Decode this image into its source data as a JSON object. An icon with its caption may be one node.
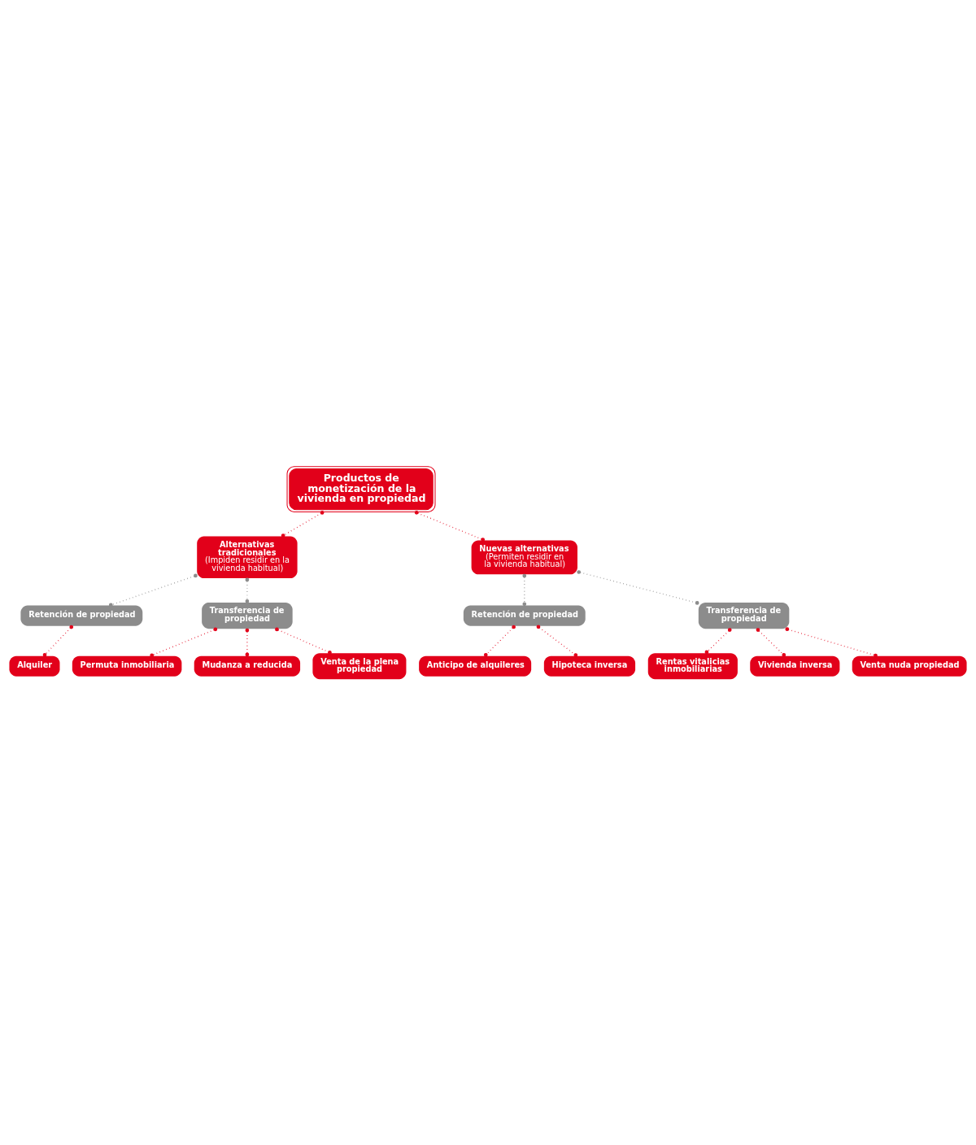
{
  "diagram": {
    "nodes": [
      {
        "text": [
          "Productos de monetización de la vivienda en propiedad"
        ]
      },
      {
        "text": [
          "Alternativas tradicionales",
          "(Impiden residir en la vivienda habitual)"
        ]
      },
      {
        "text": [
          "Nuevas alternativas",
          "(Permiten residir en la vivienda habitual)"
        ]
      },
      {
        "text": [
          "Retención de propiedad"
        ]
      },
      {
        "text": [
          "Transferencia de propiedad"
        ]
      },
      {
        "text": [
          "Retención de propiedad"
        ]
      },
      {
        "text": [
          "Transferencia de propiedad"
        ]
      },
      {
        "text": [
          "Alquiler"
        ]
      },
      {
        "text": [
          "Permuta inmobiliaria"
        ]
      },
      {
        "text": [
          "Mudanza a reducida"
        ]
      },
      {
        "text": [
          "Venta de la plena propiedad"
        ]
      },
      {
        "text": [
          "Anticipo de alquileres"
        ]
      },
      {
        "text": [
          "Hipoteca inversa"
        ]
      },
      {
        "text": [
          "Rentas vitalicias inmobiliarias"
        ]
      },
      {
        "text": [
          "Vivienda inversa"
        ]
      },
      {
        "text": [
          "Venta nuda propiedad"
        ]
      }
    ],
    "edges": [
      {
        "from": 0,
        "to": 1,
        "arrow": "other"
      },
      {
        "from": 0,
        "to": 2,
        "arrow": "other"
      },
      {
        "from": 1,
        "to": 3,
        "arrow": "other",
        "color": "#8c8c8c"
      },
      {
        "from": 1,
        "to": 4,
        "arrow": "other",
        "color": "#8c8c8c"
      },
      {
        "from": 2,
        "to": 5,
        "arrow": "other",
        "color": "#8c8c8c"
      },
      {
        "from": 2,
        "to": 6,
        "arrow": "other",
        "color": "#8c8c8c"
      },
      {
        "from": 3,
        "to": 7,
        "arrow": "other"
      },
      {
        "from": 4,
        "to": 8,
        "arrow": "other"
      },
      {
        "from": 4,
        "to": 9,
        "arrow": "other"
      },
      {
        "from": 4,
        "to": 10,
        "arrow": "other"
      },
      {
        "from": 5,
        "to": 11,
        "arrow": "other"
      },
      {
        "from": 5,
        "to": 12,
        "arrow": "other"
      },
      {
        "from": 6,
        "to": 13,
        "arrow": "other"
      },
      {
        "from": 6,
        "to": 14,
        "arrow": "other"
      },
      {
        "from": 6,
        "to": 15,
        "arrow": "other"
      }
    ]
  }
}
